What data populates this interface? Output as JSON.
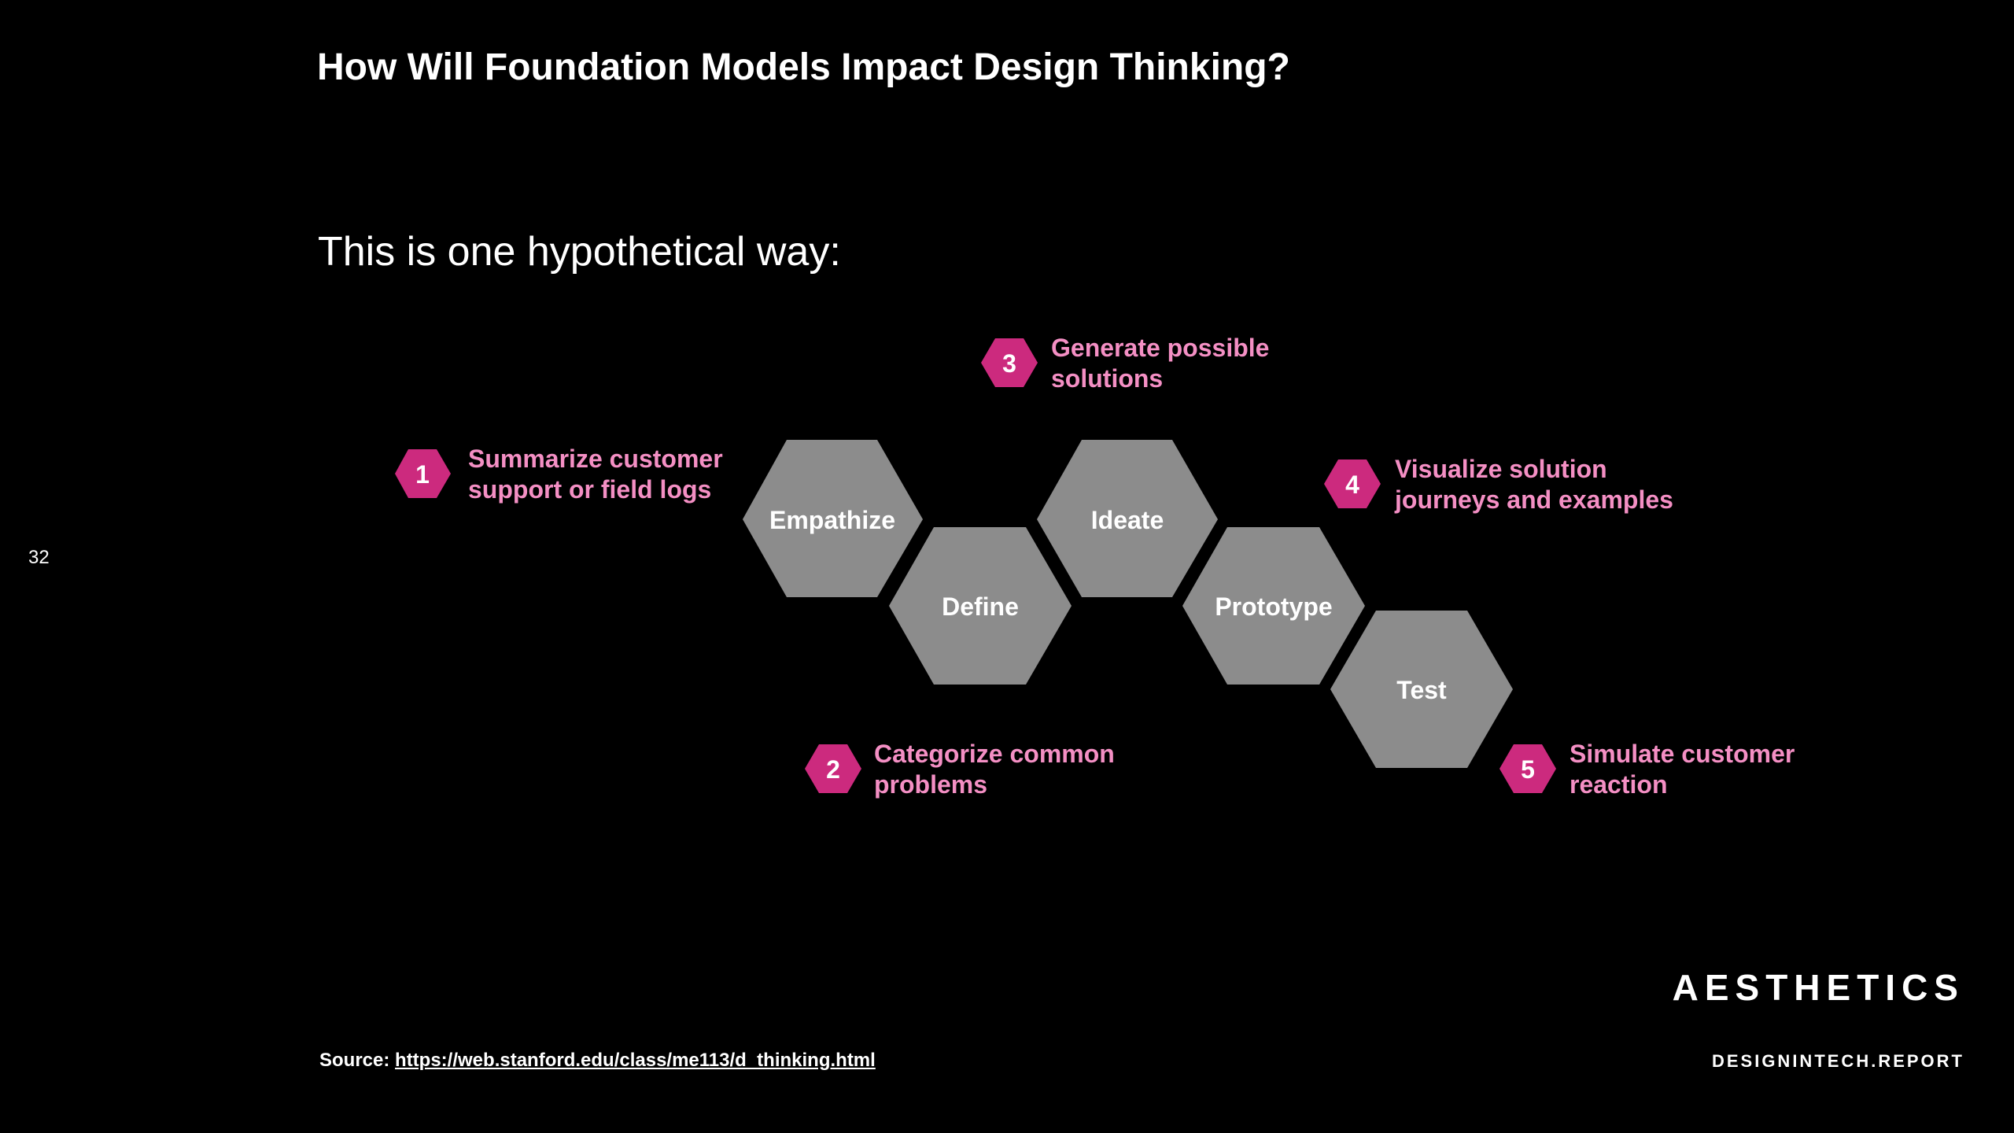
{
  "slide": {
    "title": "How Will Foundation Models Impact Design Thinking?",
    "subtitle": "This is one hypothetical way:",
    "page_number": "32"
  },
  "colors": {
    "background": "#000000",
    "hexagon": "#8c8c8c",
    "accent": "#cc2a7e",
    "accent_text": "#f48fc4"
  },
  "stages": [
    {
      "label": "Empathize"
    },
    {
      "label": "Define"
    },
    {
      "label": "Ideate"
    },
    {
      "label": "Prototype"
    },
    {
      "label": "Test"
    }
  ],
  "steps": [
    {
      "number": "1",
      "lines": [
        "Summarize customer",
        "support or field logs"
      ]
    },
    {
      "number": "2",
      "lines": [
        "Categorize common",
        "problems"
      ]
    },
    {
      "number": "3",
      "lines": [
        "Generate possible",
        "solutions"
      ]
    },
    {
      "number": "4",
      "lines": [
        "Visualize solution",
        "journeys and examples"
      ]
    },
    {
      "number": "5",
      "lines": [
        "Simulate customer",
        "reaction"
      ]
    }
  ],
  "source": {
    "label": "Source:",
    "url": "https://web.stanford.edu/class/me113/d_thinking.html"
  },
  "brand": {
    "logo": "AESTHETICS",
    "url": "DESIGNINTECH.REPORT"
  }
}
